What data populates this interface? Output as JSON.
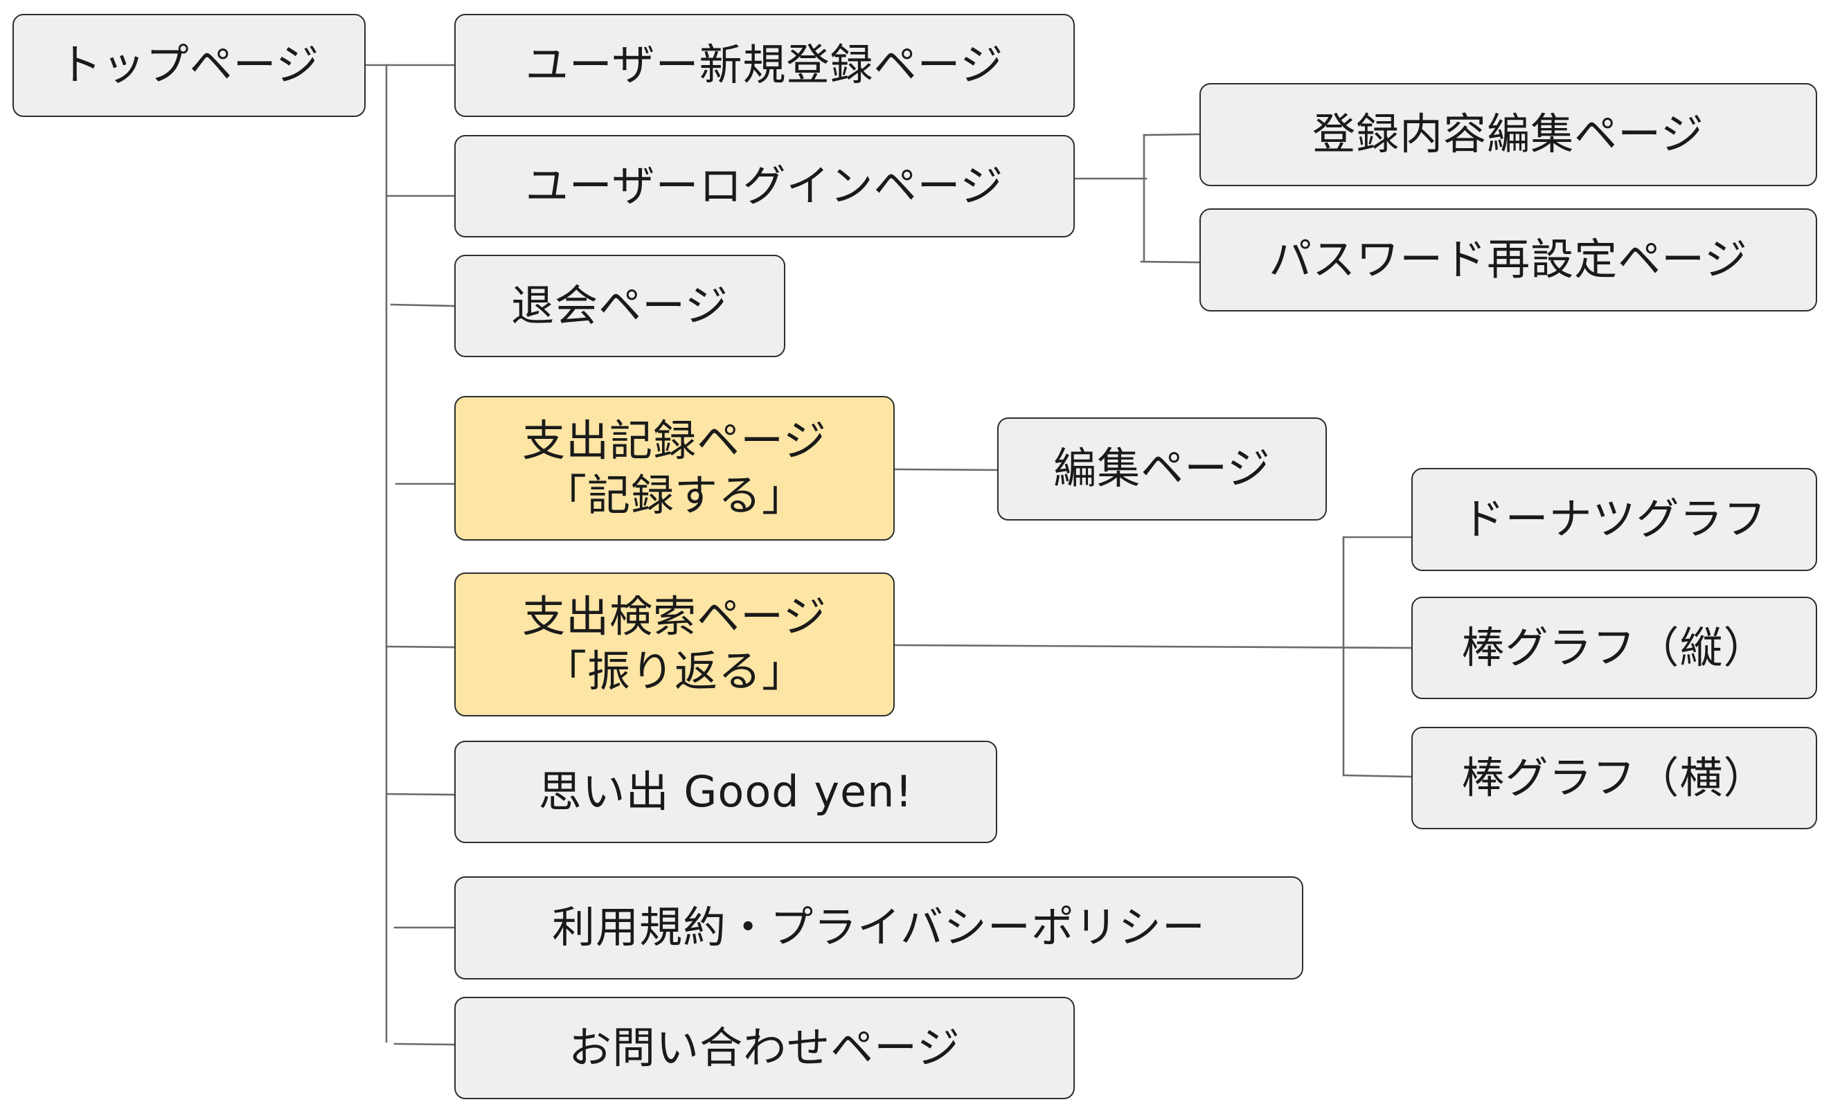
{
  "colors": {
    "node_fill": "#efefef",
    "node_fill_accent": "#fce5a5",
    "node_border": "#2e2e2e",
    "connector": "#6b6b6b"
  },
  "nodes": {
    "top": "トップページ",
    "signup": "ユーザー新規登録ページ",
    "login": "ユーザーログインページ",
    "edit_profile": "登録内容編集ページ",
    "password_reset": "パスワード再設定ページ",
    "withdraw": "退会ページ",
    "record": {
      "line1": "支出記録ページ",
      "line2": "「記録する」"
    },
    "edit": "編集ページ",
    "search": {
      "line1": "支出検索ページ",
      "line2": "「振り返る」"
    },
    "donut_graph": "ドーナツグラフ",
    "bar_vertical": "棒グラフ（縦）",
    "bar_horizontal": "棒グラフ（横）",
    "memories": "思い出 Good yen!",
    "terms": "利用規約・プライバシーポリシー",
    "contact": "お問い合わせページ"
  }
}
